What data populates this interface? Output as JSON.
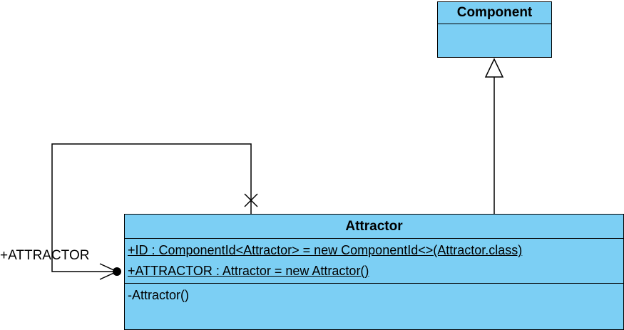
{
  "classes": {
    "component": {
      "name": "Component"
    },
    "attractor": {
      "name": "Attractor",
      "attributes": [
        "+ID : ComponentId<Attractor> = new ComponentId<>(Attractor.class)",
        "+ATTRACTOR : Attractor = new Attractor()"
      ],
      "operations": [
        "-Attractor()"
      ]
    }
  },
  "associations": {
    "self": {
      "role": "+ATTRACTOR"
    }
  },
  "colors": {
    "class_fill": "#7ccff4",
    "line": "#000000"
  }
}
